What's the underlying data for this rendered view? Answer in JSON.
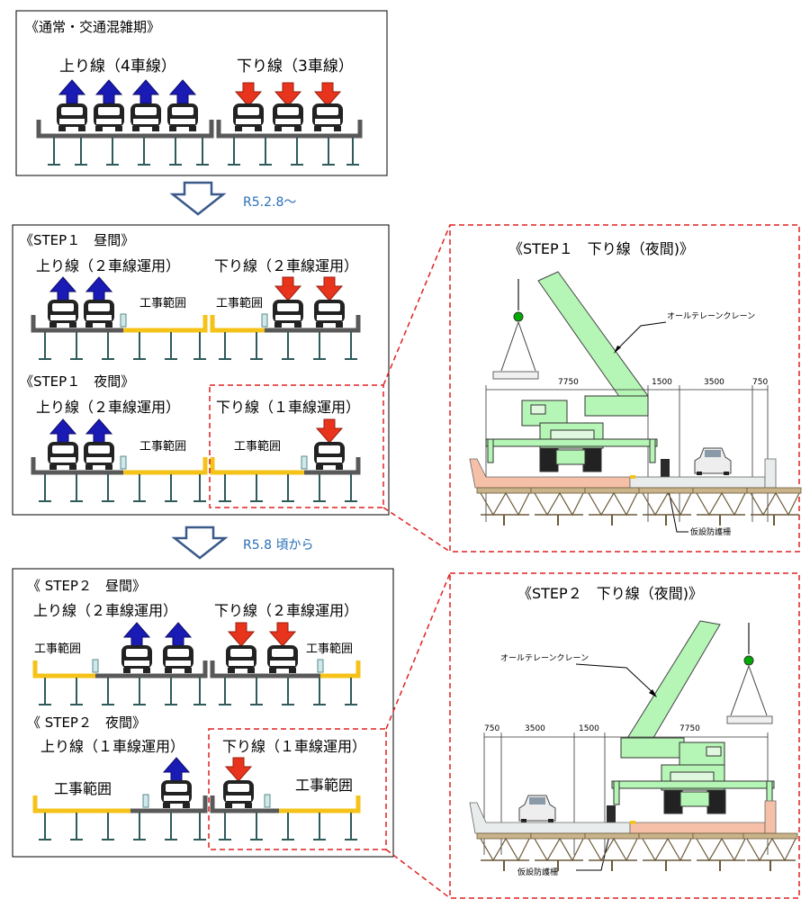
{
  "normal": {
    "title": "《通常・交通混雑期》",
    "up_label": "上り線（4車線）",
    "down_label": "下り線（3車線）"
  },
  "transition1": {
    "label": "R5.2.8～"
  },
  "step1": {
    "day": {
      "title": "《STEP１　昼間》",
      "up_label": "上り線（２車線運用）",
      "down_label": "下り線（２車線運用）",
      "work_left": "工事範囲",
      "work_right": "工事範囲"
    },
    "night": {
      "title": "《STEP１　夜間》",
      "up_label": "上り線（２車線運用）",
      "down_label": "下り線（１車線運用）",
      "work_left": "工事範囲",
      "work_right": "工事範囲"
    }
  },
  "transition2": {
    "label": "R5.8 頃から"
  },
  "step2": {
    "day": {
      "title": "《 STEP２　昼間》",
      "up_label": "上り線（２車線運用）",
      "down_label": "下り線（２車線運用）",
      "work_left": "工事範囲",
      "work_right": "工事範囲"
    },
    "night": {
      "title": "《 STEP２　夜間》",
      "up_label": "上り線（１車線運用）",
      "down_label": "下り線（１車線運用）",
      "work_left": "工事範囲",
      "work_right": "工事範囲"
    }
  },
  "detail1": {
    "title": "《STEP１　下り線（夜間)》",
    "crane_label": "オールテレーンクレーン",
    "barrier_label": "仮設防護柵",
    "dims": [
      "7750",
      "1500",
      "3500",
      "750"
    ]
  },
  "detail2": {
    "title": "《STEP２　下り線（夜間)》",
    "crane_label": "オールテレーンクレーン",
    "barrier_label": "仮設防護柵",
    "dims": [
      "750",
      "3500",
      "1500",
      "7750"
    ]
  },
  "colors": {
    "up_arrow": "#1a1ab4",
    "down_arrow": "#e8341c",
    "deck": "#595959",
    "work_zone": "#f5c218",
    "pier": "#2e5a5a",
    "red_dash": "#e02020",
    "crane": "#b5f5b5",
    "label_blue": "#2a6fb8"
  }
}
